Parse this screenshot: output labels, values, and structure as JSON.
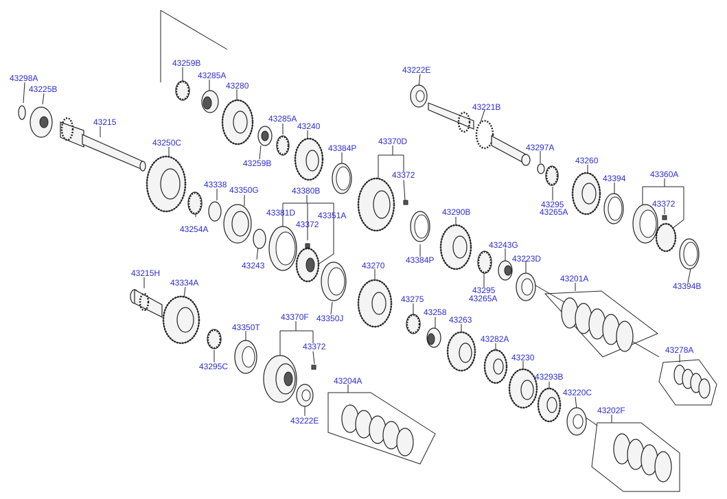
{
  "diagram": {
    "title": "Transaxle gear & shaft exploded view",
    "labels": [
      "43298A",
      "43225B",
      "43215",
      "43259B",
      "43285A",
      "43280",
      "43285A",
      "43240",
      "43259B",
      "43250C",
      "43338",
      "43254A",
      "43350G",
      "43243",
      "43380B",
      "43381D",
      "43372",
      "43351A",
      "43384P",
      "43370D",
      "43372",
      "43384P",
      "43290B",
      "43222E",
      "43221B",
      "43297A",
      "43260",
      "43295",
      "43265A",
      "43360A",
      "43394",
      "43372",
      "43394B",
      "43243G",
      "43295",
      "43265A",
      "43223D",
      "43201A",
      "43215H",
      "43334A",
      "43270",
      "43350J",
      "43350T",
      "43295C",
      "43370F",
      "43372",
      "43222E",
      "43275",
      "43258",
      "43263",
      "43282A",
      "43230",
      "43293B",
      "43204A",
      "43220C",
      "43202F",
      "43278A"
    ]
  }
}
